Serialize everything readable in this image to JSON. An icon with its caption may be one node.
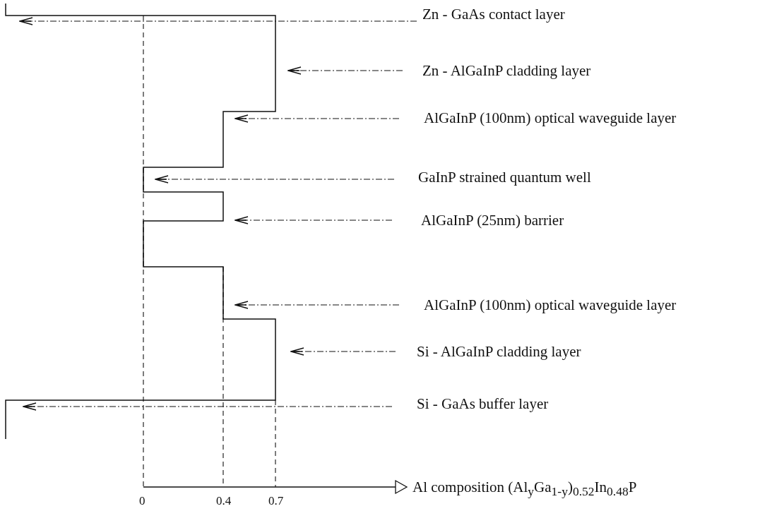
{
  "diagram": {
    "nodes": [
      {
        "text": [
          "Zn - GaAs contact layer"
        ]
      },
      {
        "text": [
          "Zn - AlGaInP cladding layer"
        ]
      },
      {
        "text": [
          "AlGaInP (100nm) optical waveguide layer"
        ]
      },
      {
        "text": [
          "GaInP strained quantum well"
        ]
      },
      {
        "text": [
          "AlGaInP (25nm) barrier"
        ]
      },
      {
        "text": [
          "AlGaInP (100nm) optical waveguide layer"
        ]
      },
      {
        "text": [
          "Si - AlGaInP cladding layer"
        ]
      },
      {
        "text": [
          "Si - GaAs buffer layer"
        ]
      }
    ],
    "edges": [
      {
        "from": 0,
        "to": null,
        "arrow": "to",
        "style": "dashed"
      },
      {
        "from": 1,
        "to": null,
        "arrow": "to",
        "style": "dashed"
      },
      {
        "from": 2,
        "to": null,
        "arrow": "to",
        "style": "dashed"
      },
      {
        "from": 3,
        "to": null,
        "arrow": "to",
        "style": "dashed"
      },
      {
        "from": 4,
        "to": null,
        "arrow": "to",
        "style": "dashed"
      },
      {
        "from": 5,
        "to": null,
        "arrow": "to",
        "style": "dashed"
      },
      {
        "from": 6,
        "to": null,
        "arrow": "to",
        "style": "dashed"
      },
      {
        "from": 7,
        "to": null,
        "arrow": "to",
        "style": "dashed"
      }
    ],
    "labels": [
      "0",
      "0.4",
      "0.7",
      "Al composition  (Al$_{y}$Ga$_{1-y}$)$_{0.52}$In$_{0.48}$P"
    ]
  }
}
